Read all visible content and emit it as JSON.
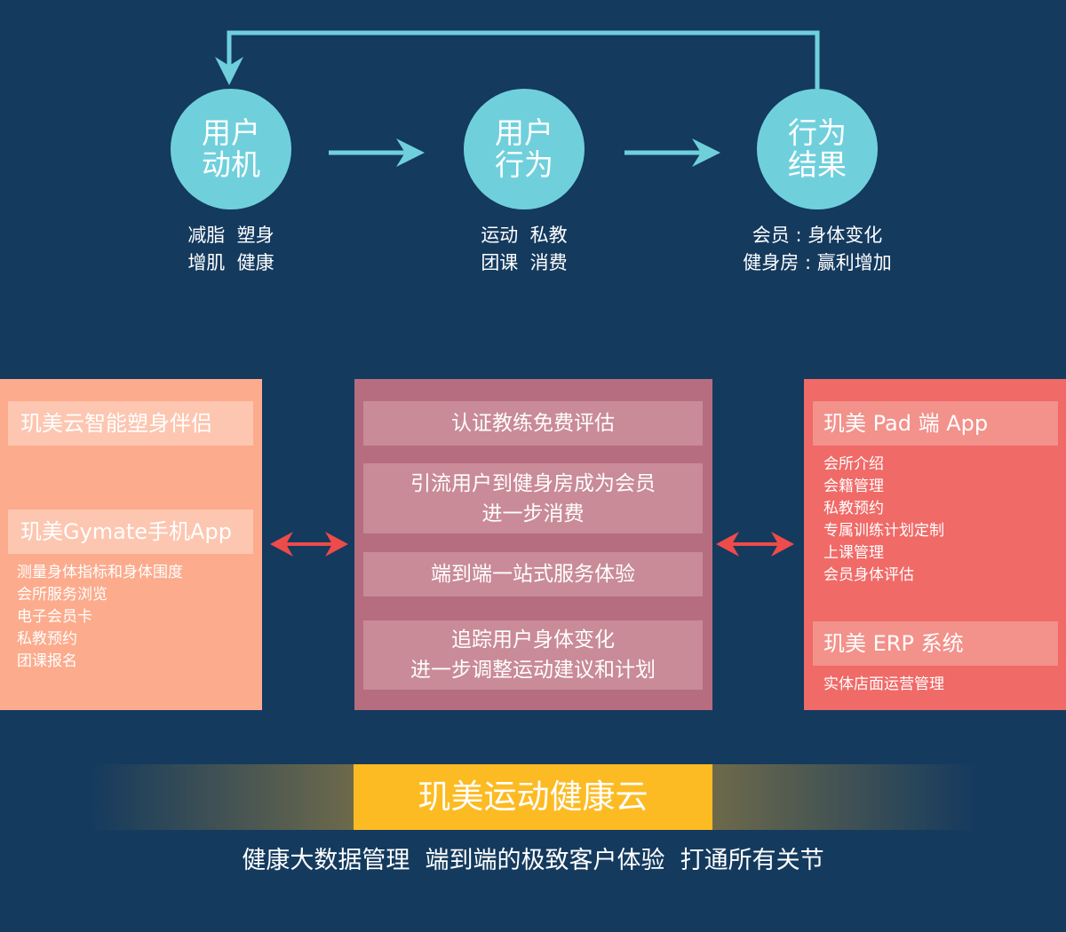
{
  "flow": {
    "steps": [
      {
        "title": [
          "用户",
          "动机"
        ],
        "sub": [
          "减脂  塑身",
          "增肌  健康"
        ]
      },
      {
        "title": [
          "用户",
          "行为"
        ],
        "sub": [
          "运动  私教",
          "团课  消费"
        ]
      },
      {
        "title": [
          "行为",
          "结果"
        ],
        "sub": [
          "会员 : 身体变化",
          "健身房 : 赢利增加"
        ]
      }
    ]
  },
  "left_panel": {
    "box1": "玑美云智能塑身伴侣",
    "box2": "玑美Gymate手机App",
    "items": [
      "测量身体指标和身体围度",
      "会所服务浏览",
      "电子会员卡",
      "私教预约",
      "团课报名"
    ]
  },
  "center_panel": {
    "boxes": [
      [
        "认证教练免费评估"
      ],
      [
        "引流用户到健身房成为会员",
        "进一步消费"
      ],
      [
        "端到端一站式服务体验"
      ],
      [
        "追踪用户身体变化",
        "进一步调整运动建议和计划"
      ]
    ]
  },
  "right_panel": {
    "box1": "玑美 Pad 端 App",
    "items1": [
      "会所介绍",
      "会籍管理",
      "私教预约",
      "专属训练计划定制",
      "上课管理",
      "会员身体评估"
    ],
    "box2": "玑美 ERP 系统",
    "items2": [
      "实体店面运营管理"
    ]
  },
  "base": {
    "title": "玑美运动健康云",
    "tagline": "健康大数据管理  端到端的极致客户体验  打通所有关节"
  },
  "colors": {
    "background": "#143a5e",
    "circle": "#6fd0dc",
    "flow_arrow": "#6fd0dc",
    "red_arrow": "#ee4b4b",
    "left_panel": "#fcab8d",
    "center_panel": "#b66d80",
    "right_panel": "#f06a67",
    "base_title": "#fdbb23"
  }
}
